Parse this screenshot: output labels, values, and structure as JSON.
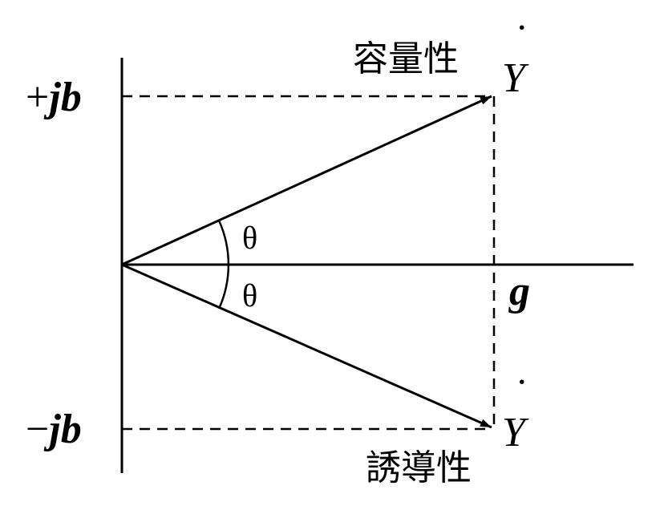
{
  "diagram": {
    "labels": {
      "plus_jb": {
        "sign": "+",
        "j": "j",
        "b": "b"
      },
      "minus_jb": {
        "sign": "−",
        "j": "j",
        "b": "b"
      },
      "g": "g",
      "Y": "Y",
      "Y_dot": "˙",
      "theta_upper": "θ",
      "theta_lower": "θ",
      "capacitive": "容量性",
      "inductive": "誘導性"
    },
    "colors": {
      "stroke": "#000000",
      "background": "#ffffff"
    }
  }
}
